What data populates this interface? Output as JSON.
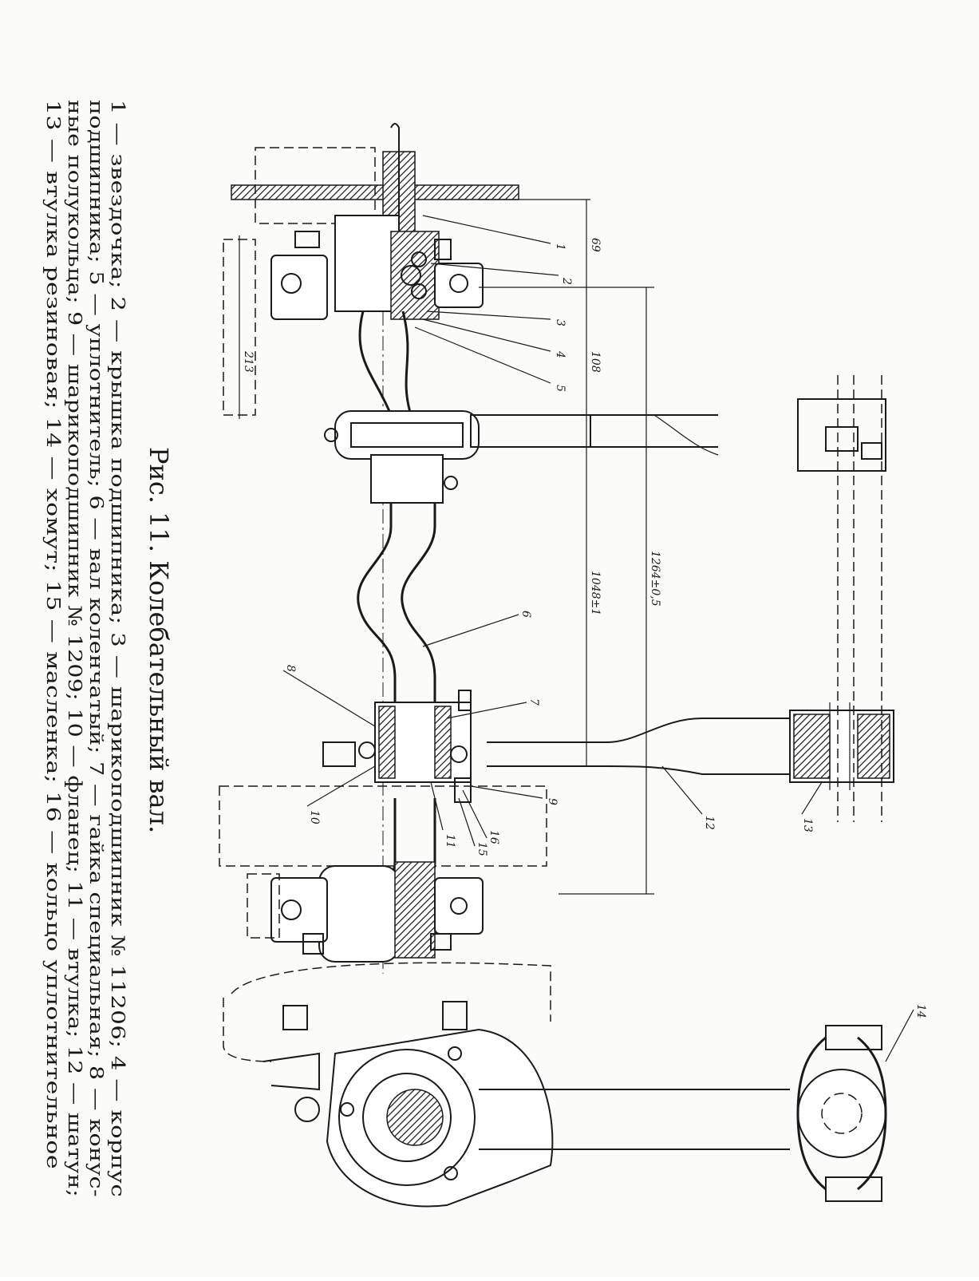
{
  "figure": {
    "title": "Рис. 11. Колебательный вал.",
    "legend_lines": [
      "1 — звездочка; 2 — крышка подшипника; 3 — шарикоподшипник № 11206; 4 — корпус",
      "подшипника; 5 — уплотнитель; 6 — вал коленчатый; 7 — гайка специальная; 8 — конус-",
      "ные полукольца; 9 — шарикоподшипник № 1209; 10 — фланец; 11 — втулка; 12 — шатун;",
      "13 — втулка резиновая; 14 — хомут; 15 — масленка; 16 — кольцо уплотнительное"
    ]
  },
  "dimensions": {
    "d69": "69",
    "d108": "108",
    "d213": "213",
    "d1048": "1048±1",
    "d1264": "1264±0,5"
  },
  "callouts": {
    "c1": "1",
    "c2": "2",
    "c3": "3",
    "c4": "4",
    "c5": "5",
    "c6": "6",
    "c7": "7",
    "c8": "8",
    "c9": "9",
    "c10": "10",
    "c11": "11",
    "c12": "12",
    "c13": "13",
    "c14": "14",
    "c15": "15",
    "c16": "16"
  }
}
